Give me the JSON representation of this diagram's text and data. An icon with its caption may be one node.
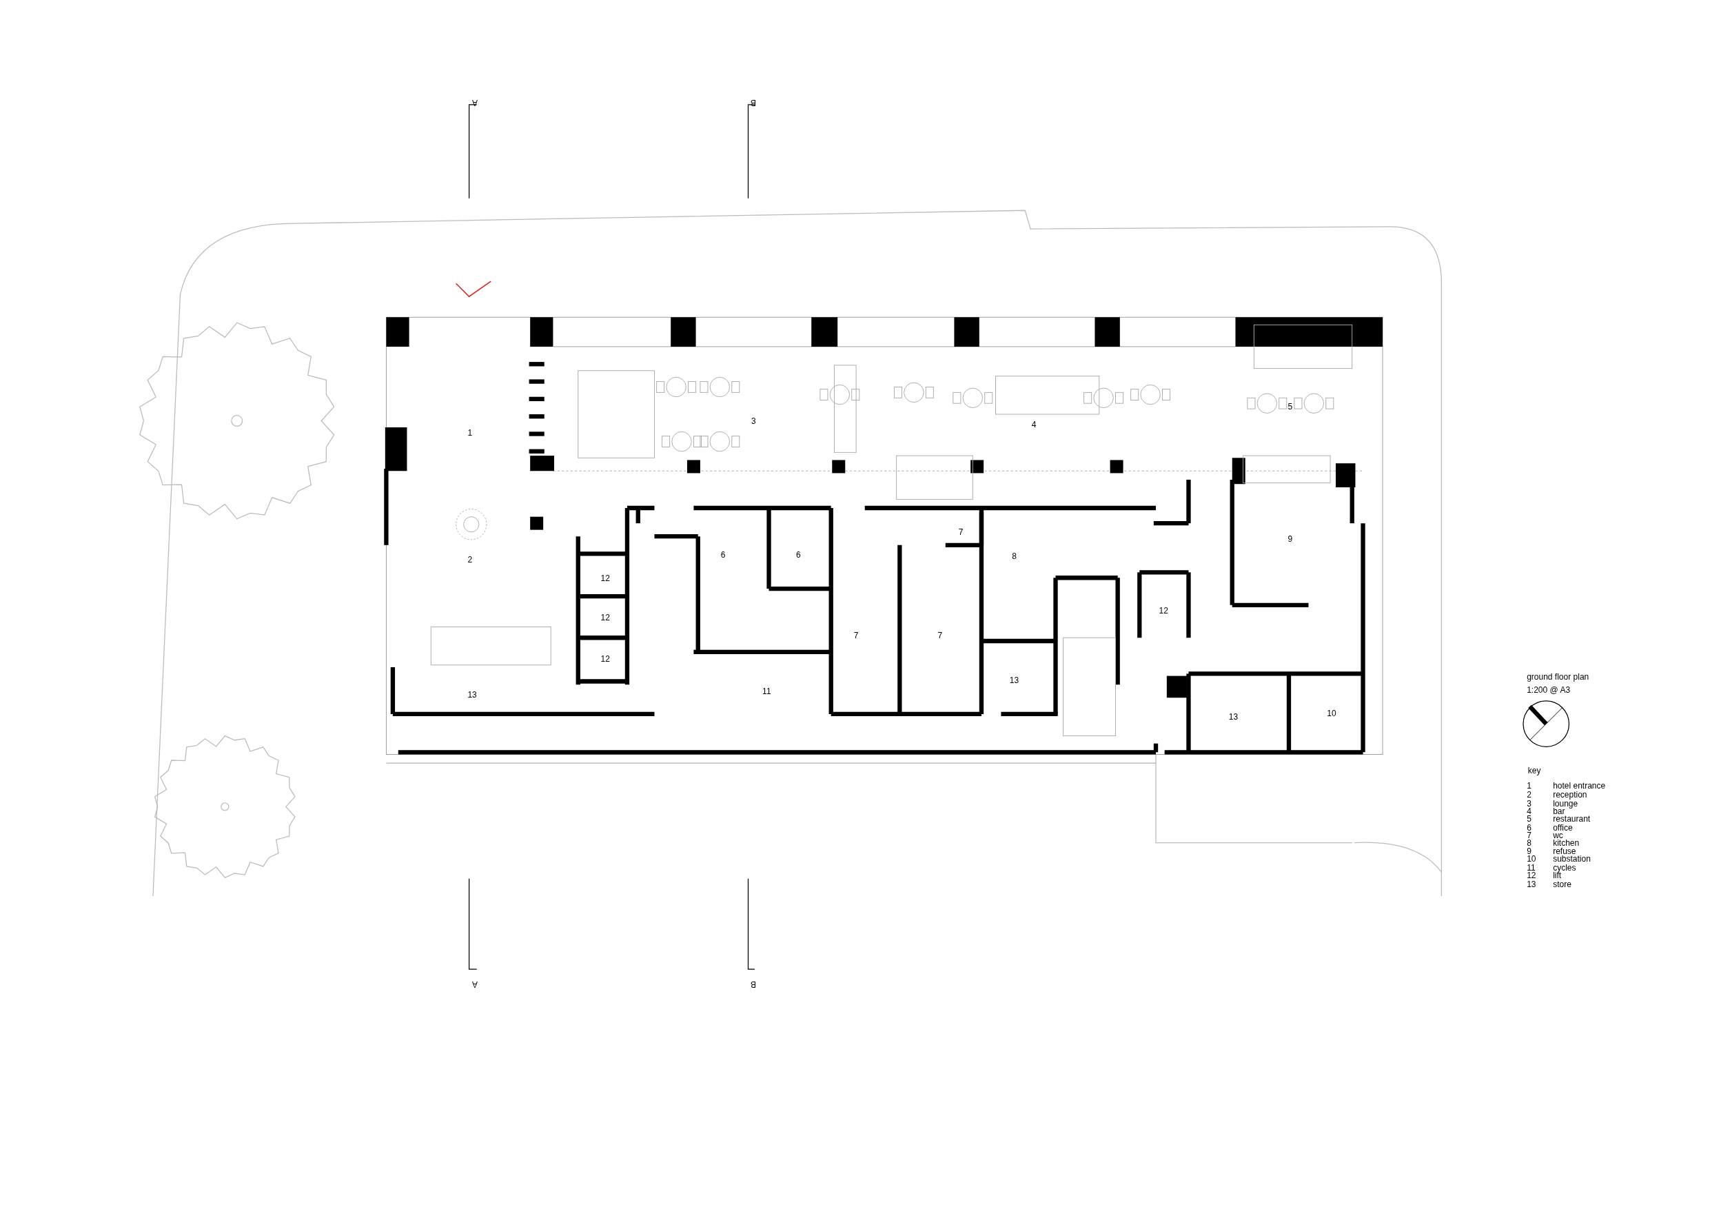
{
  "diagram": {
    "title": "ground floor plan",
    "labels": [
      "A",
      "B",
      "1",
      "3",
      "4",
      "5",
      "2",
      "6",
      "6",
      "7",
      "8",
      "9",
      "12",
      "12",
      "12",
      "7",
      "7",
      "12",
      "13",
      "11",
      "13",
      "13",
      "10",
      "A",
      "B",
      "1:200 @ A3",
      "key",
      "1",
      "hotel entrance",
      "2",
      "reception",
      "3",
      "lounge",
      "4",
      "bar",
      "5",
      "restaurant",
      "6",
      "office",
      "7",
      "wc",
      "8",
      "kitchen",
      "9",
      "refuse",
      "10",
      "substation",
      "11",
      "cycles",
      "12",
      "lift",
      "13",
      "store"
    ]
  }
}
